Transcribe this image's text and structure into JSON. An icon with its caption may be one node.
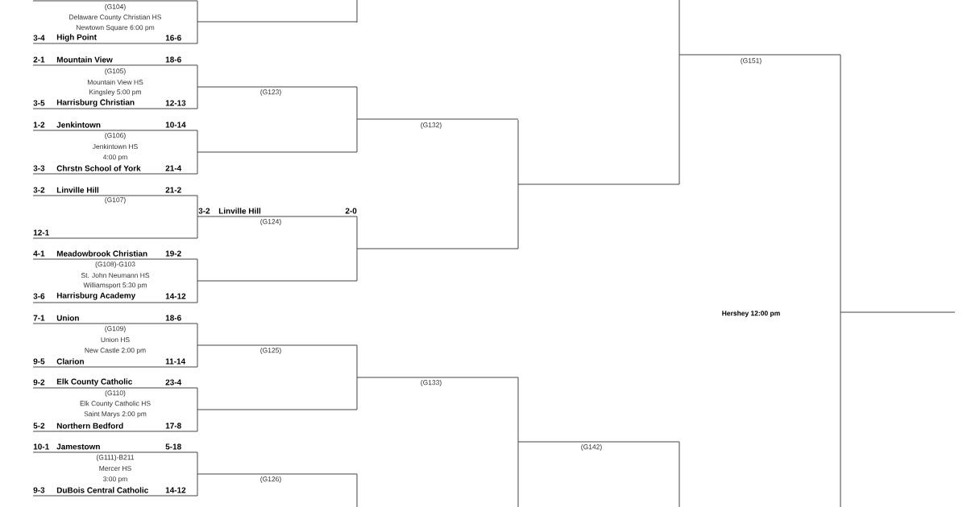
{
  "diagram": {
    "labels": [
      "(G104)",
      "Delaware County Christian HS",
      "Newtown Square 6:00 pm",
      "3-4",
      "High Point",
      "16-6",
      "2-1",
      "Mountain View",
      "18-6",
      "(G151)",
      "(G105)",
      "Mountain View HS",
      "Kingsley 5:00 pm",
      "(G123)",
      "3-5",
      "Harrisburg Christian",
      "12-13",
      "1-2",
      "Jenkintown",
      "10-14",
      "(G132)",
      "(G106)",
      "Jenkintown HS",
      "4:00 pm",
      "3-3",
      "Chrstn School of York",
      "21-4",
      "3-2",
      "Linville Hill",
      "21-2",
      "(G107)",
      "3-2",
      "Linville Hill",
      "2-0",
      "(G124)",
      "12-1",
      "4-1",
      "Meadowbrook Christian",
      "19-2",
      "(G108)-G103",
      "St. John Neumann HS",
      "Williamsport 5:30 pm",
      "3-6",
      "Harrisburg Academy",
      "14-12",
      "Hershey 12:00 pm",
      "7-1",
      "Union",
      "18-6",
      "(G109)",
      "Union HS",
      "New Castle 2:00 pm",
      "(G125)",
      "9-5",
      "Clarion",
      "11-14",
      "9-2",
      "Elk County Catholic",
      "23-4",
      "(G133)",
      "(G110)",
      "Elk County Catholic HS",
      "Saint Marys 2:00 pm",
      "5-2",
      "Northern Bedford",
      "17-8",
      "10-1",
      "Jamestown",
      "5-18",
      "(G142)",
      "(G111)-B211",
      "Mercer HS",
      "3:00 pm",
      "(G126)",
      "9-3",
      "DuBois Central Catholic",
      "14-12"
    ]
  }
}
